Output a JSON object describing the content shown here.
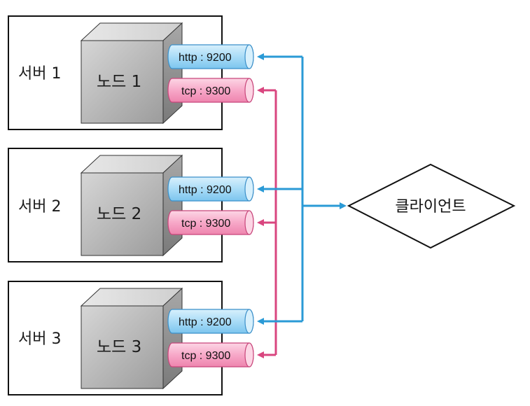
{
  "servers": [
    {
      "label": "서버 1",
      "node": "노드 1",
      "http_port": "http : 9200",
      "tcp_port": "tcp : 9300"
    },
    {
      "label": "서버 2",
      "node": "노드 2",
      "http_port": "http : 9200",
      "tcp_port": "tcp : 9300"
    },
    {
      "label": "서버 3",
      "node": "노드 3",
      "http_port": "http : 9200",
      "tcp_port": "tcp : 9300"
    }
  ],
  "client": {
    "label": "클라이언트"
  },
  "colors": {
    "http_fill": "#a9dcf7",
    "http_stroke": "#3a8fc9",
    "http_line": "#2a9ad6",
    "tcp_fill": "#f7a8c8",
    "tcp_stroke": "#c8457a",
    "tcp_line": "#d9467f",
    "node_face": "#b5b5b5",
    "border": "#111111"
  }
}
